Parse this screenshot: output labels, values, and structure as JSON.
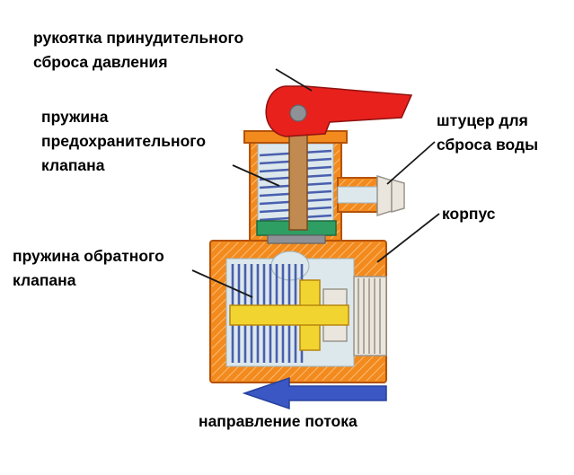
{
  "diagram": {
    "labels": {
      "handle": "рукоятка принудительного\nсброса давления",
      "safety_spring": "пружина\nпредохранительного\nклапана",
      "drain_fitting": "штуцер для\nсброса воды",
      "body": "корпус",
      "check_spring": "пружина обратного\nклапана",
      "flow_direction": "направление потока"
    },
    "colors": {
      "handle-red": "#e8211c",
      "body-orange": "#f28a1e",
      "body-outline": "#b45309",
      "interior": "#dce8ec",
      "spring-blue": "#4a5fae",
      "piston-yellow": "#f2d431",
      "seal-green": "#2f9e63",
      "stem-tan": "#c08a50",
      "arrow-blue": "#3a57c4",
      "label-text": "#000000",
      "pointer-line": "#1a1a1a"
    }
  }
}
